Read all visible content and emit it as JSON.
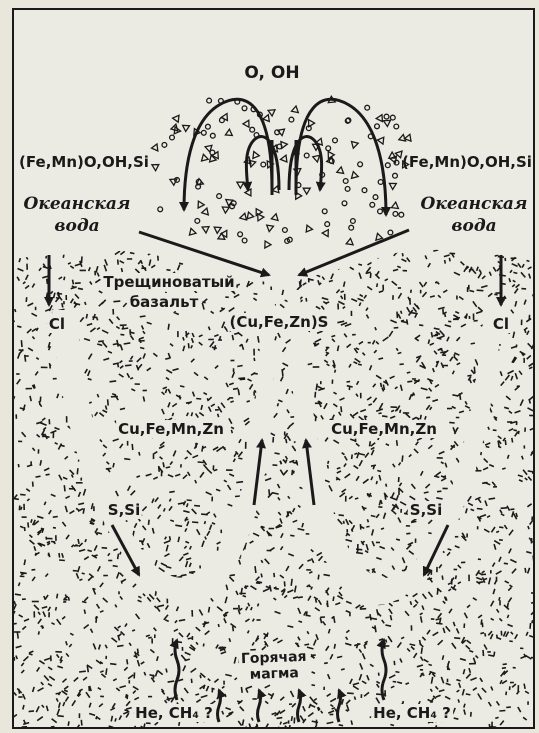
{
  "labels": {
    "top": "O, OH",
    "left_oxides": "(Fe,Mn)O,OH,Si",
    "right_oxides": "(Fe,Mn)O,OH,Si",
    "ocean_left_1": "Океанская",
    "ocean_left_2": "вода",
    "ocean_right_1": "Океанская",
    "ocean_right_2": "вода",
    "basalt_1": "Трещиноватый",
    "basalt_2": "базальт",
    "sulfide": "(Cu,Fe,Zn)S",
    "cl_left": "Cl",
    "cl_right": "Cl",
    "metals_left": "Cu,Fe,Mn,Zn",
    "metals_right": "Cu,Fe,Mn,Zn",
    "s_si_left": "S,Si",
    "s_si_right": "S,Si",
    "magma_1": "Горячая",
    "magma_2": "магма",
    "gas_left": "He, CH₄ ?",
    "gas_right": "He, CH₄ ?"
  },
  "colors": {
    "ink": "#1a1a1a",
    "paper": "#ecebe3"
  }
}
